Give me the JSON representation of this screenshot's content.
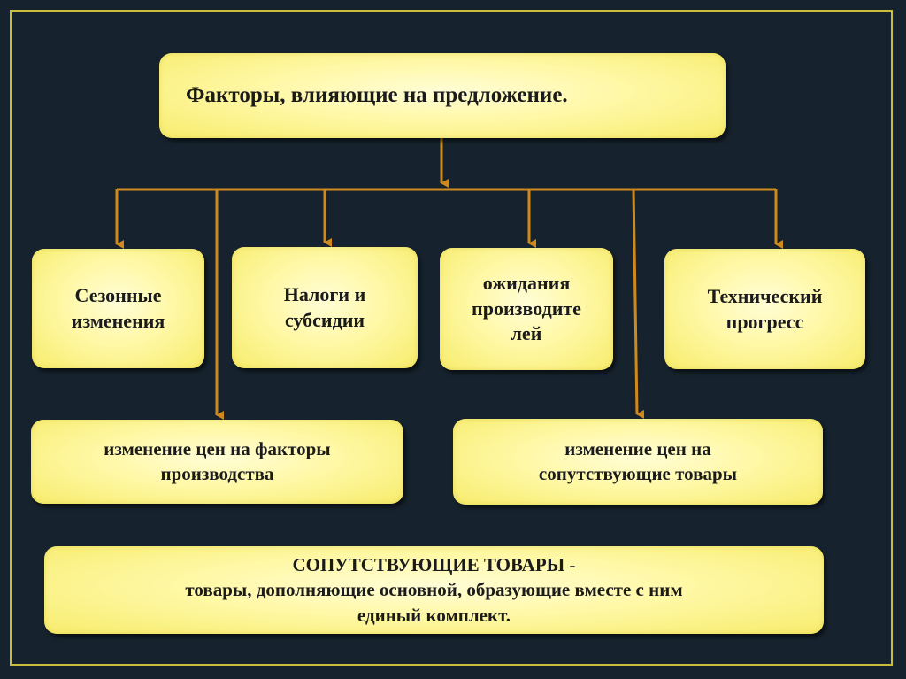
{
  "root": {
    "label": "Факторы, влияющие на предложение."
  },
  "factors": [
    {
      "label": "Сезонные\nизменения"
    },
    {
      "label": "Налоги и\nсубсидии"
    },
    {
      "label": "ожидания\nпроизводите\nлей"
    },
    {
      "label": "Технический\nпрогресс"
    },
    {
      "label": "изменение цен на факторы\nпроизводства"
    },
    {
      "label": "изменение цен на\nсопутствующие товары"
    }
  ],
  "note": {
    "term": "СОПУТСТВУЮЩИЕ ТОВАРЫ -",
    "definition": "товары, дополняющие основной, образующие вместе с ним\nединый комплект."
  },
  "colors": {
    "background": "#16232e",
    "frame": "#c9bd3a",
    "box_fill": "#fff8a6",
    "connector": "#d08a1c"
  }
}
